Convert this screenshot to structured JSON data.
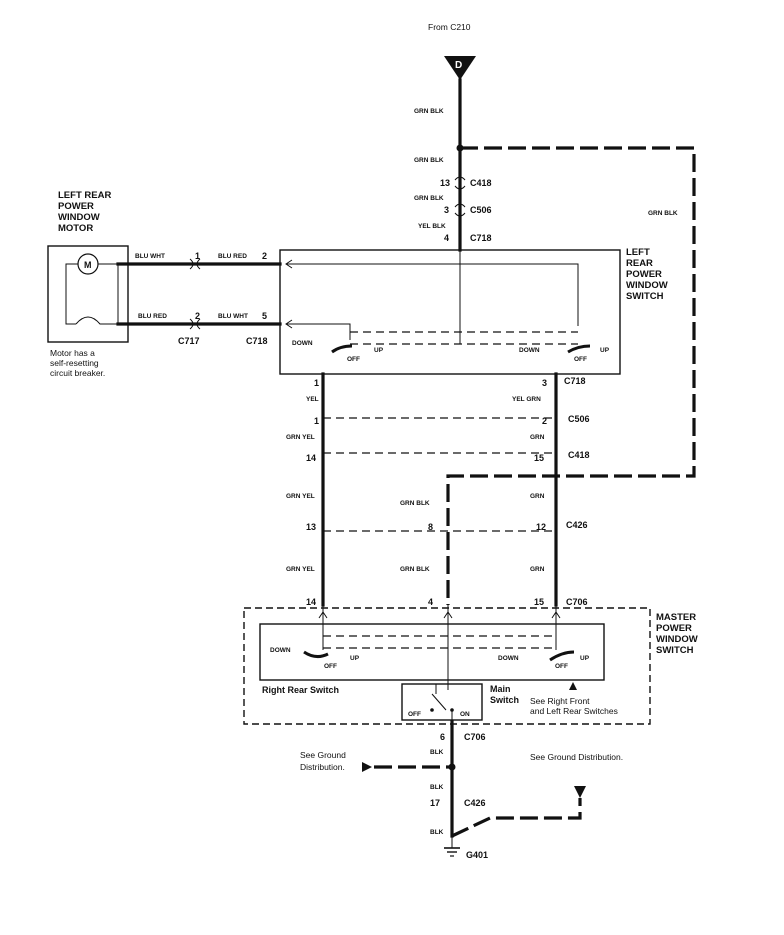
{
  "source": {
    "from": "From C210",
    "letter": "D"
  },
  "wires": {
    "grn_blk": "GRN BLK",
    "yel_blk": "YEL BLK",
    "blu_wht": "BLU WHT",
    "blu_red": "BLU RED",
    "yel": "YEL",
    "yel_grn": "YEL GRN",
    "grn_yel": "GRN YEL",
    "grn": "GRN",
    "blk": "BLK"
  },
  "connectors": {
    "c418": "C418",
    "c506": "C506",
    "c718": "C718",
    "c717": "C717",
    "c426": "C426",
    "c706": "C706",
    "g401": "G401"
  },
  "pins": {
    "p13": "13",
    "p3": "3",
    "p4": "4",
    "p1": "1",
    "p2": "2",
    "p5": "5",
    "p14": "14",
    "p15": "15",
    "p8": "8",
    "p12": "12",
    "p6": "6",
    "p17": "17"
  },
  "components": {
    "motor_title": [
      "LEFT REAR",
      "POWER",
      "WINDOW",
      "MOTOR"
    ],
    "motor_symbol": "M",
    "motor_note": [
      "Motor has a",
      "self-resetting",
      "circuit breaker."
    ],
    "left_switch_title": [
      "LEFT",
      "REAR",
      "POWER",
      "WINDOW",
      "SWITCH"
    ],
    "master_switch_title": [
      "MASTER",
      "POWER",
      "WINDOW",
      "SWITCH"
    ],
    "right_rear_switch": "Right Rear Switch",
    "main_switch": [
      "Main",
      "Switch"
    ],
    "see_right_front": [
      "See Right Front",
      "and Left Rear Switches"
    ]
  },
  "switch_positions": {
    "down": "DOWN",
    "up": "UP",
    "off": "OFF",
    "on": "ON"
  },
  "ground": {
    "left": [
      "See Ground",
      "Distribution."
    ],
    "right": "See Ground Distribution."
  }
}
